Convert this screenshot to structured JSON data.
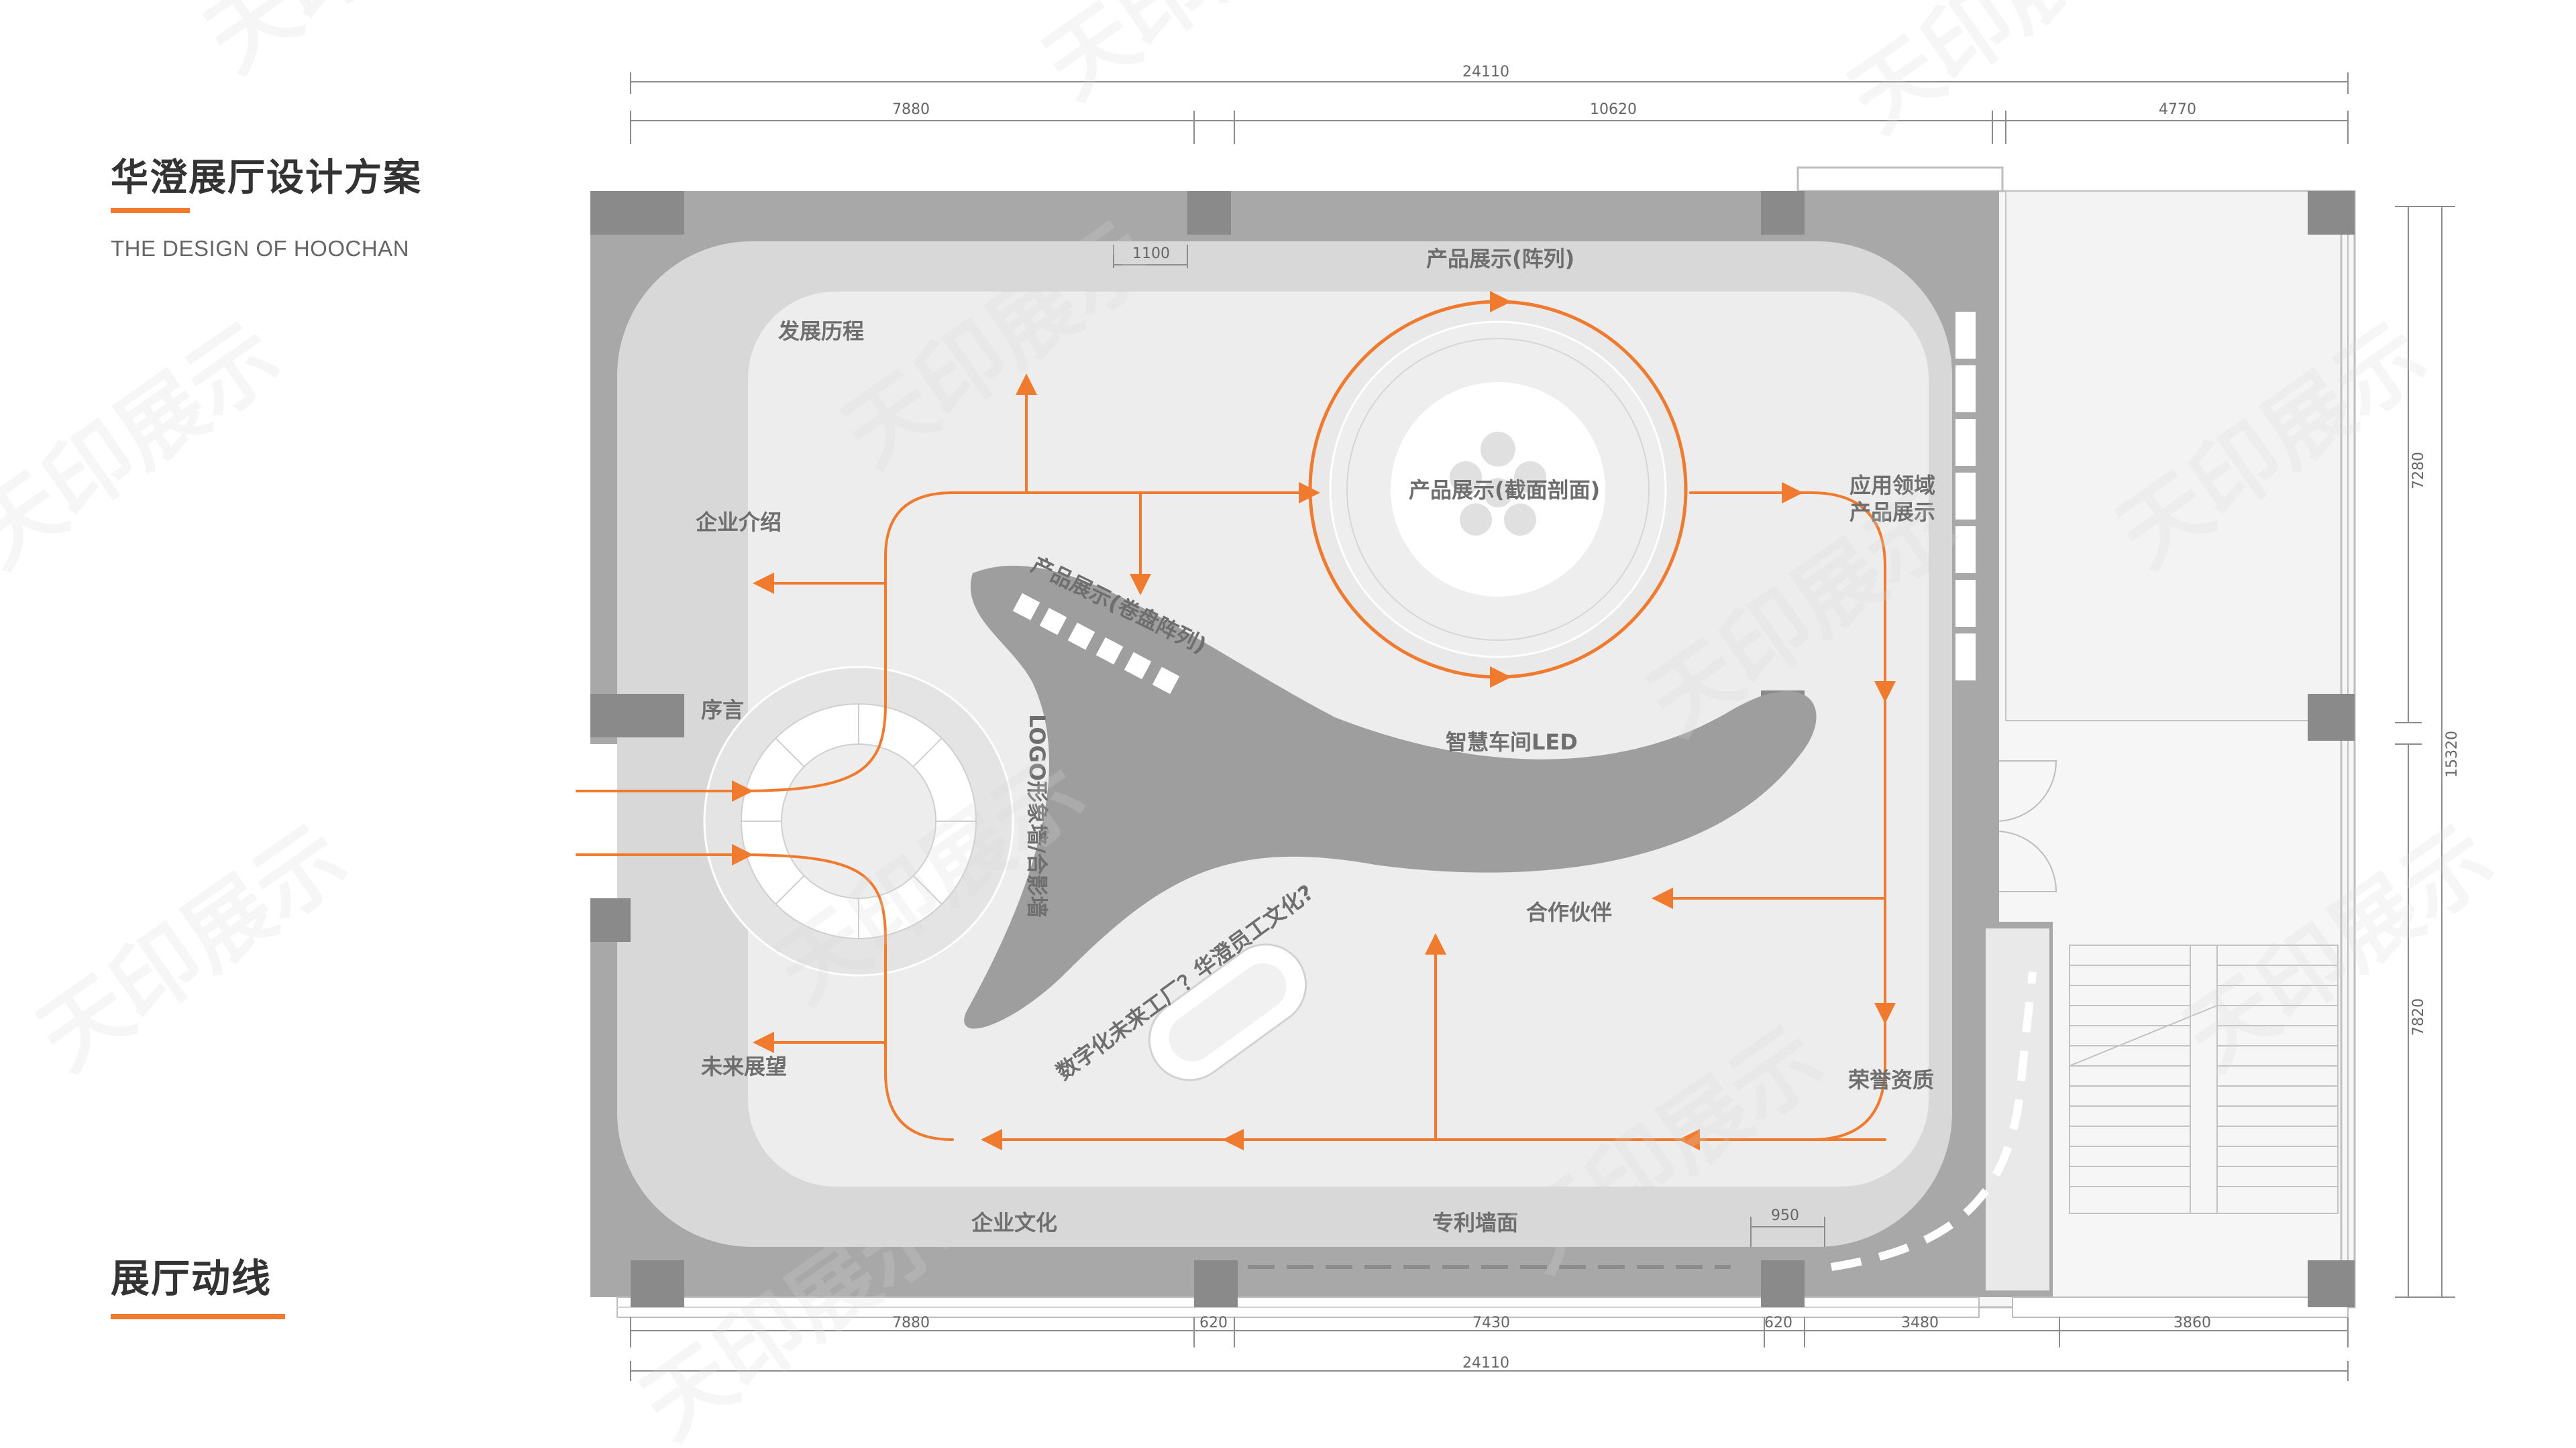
{
  "header": {
    "title": "华澄展厅设计方案",
    "subtitle": "THE DESIGN OF HOOCHAN",
    "section_title": "展厅动线"
  },
  "colors": {
    "accent": "#f07a2e",
    "wall": "#a8a8a8",
    "column": "#8a8a8a",
    "floor_outer": "#d8d8d8",
    "floor_inner": "#ededed",
    "sculpture": "#9e9e9e"
  },
  "labels": {
    "history": "发展历程",
    "intro": "企业介绍",
    "preface": "序言",
    "future": "未来展望",
    "array": "产品展示(阵列)",
    "section_view": "产品展示(截面剖面)",
    "coil_array": "产品展示(卷盘阵列)",
    "logo_wall": "LOGO形象墙/合影墙",
    "led": "智慧车间LED",
    "application_1": "应用领域",
    "application_2": "产品展示",
    "partners": "合作伙伴",
    "honors": "荣誉资质",
    "culture": "企业文化",
    "patents": "专利墙面",
    "digital_1": "数字化未来工厂？",
    "digital_2": "华澄员工文化?"
  },
  "dimensions": {
    "total_top": "24110",
    "top_1": "7880",
    "top_2": "10620",
    "top_3": "4770",
    "inner_1100": "1100",
    "inner_950": "950",
    "bottom_1": "7880",
    "bottom_2": "620",
    "bottom_3": "7430",
    "bottom_4": "620",
    "bottom_5": "3480",
    "bottom_6": "3860",
    "total_bottom": "24110",
    "right_1": "7280",
    "right_2": "7820",
    "right_total": "15320"
  },
  "watermark": "天印展示"
}
